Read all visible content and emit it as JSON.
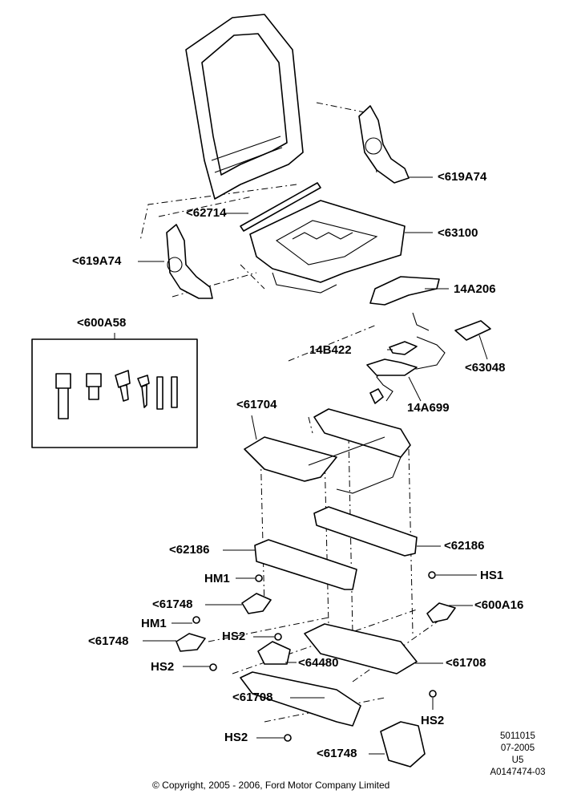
{
  "labels": {
    "l619a74_top": "<619A74",
    "l62714": "<62714",
    "l63100": "<63100",
    "l619a74_left": "<619A74",
    "l14a206": "14A206",
    "l600a58": "<600A58",
    "l14b422": "14B422",
    "l63048": "<63048",
    "l14a699": "14A699",
    "l61704": "<61704",
    "l62186_left": "<62186",
    "l62186_right": "<62186",
    "hm1_a": "HM1",
    "hs1": "HS1",
    "l61748_a": "<61748",
    "l600a16": "<600A16",
    "hm1_b": "HM1",
    "l61748_b": "<61748",
    "hs2_a": "HS2",
    "l64480": "<64480",
    "hs2_b": "HS2",
    "l61708_right": "<61708",
    "l61708_left": "<61708",
    "hs2_c": "HS2",
    "hs2_d": "HS2",
    "l61748_c": "<61748"
  },
  "info": {
    "code1": "5011015",
    "date": "07-2005",
    "code2": "U5",
    "code3": "A0147474-03"
  },
  "copyright": "© Copyright, 2005 - 2006, Ford Motor Company Limited"
}
